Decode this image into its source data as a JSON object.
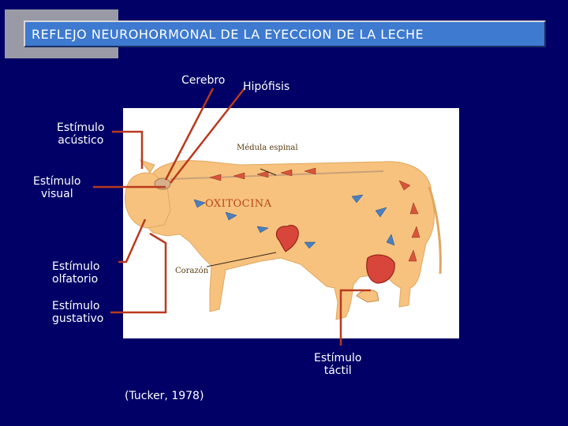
{
  "title": "REFLEJO NEUROHORMONAL DE LA EYECCION DE LA LECHE",
  "labels": {
    "cerebro": "Cerebro",
    "hipofisis": "Hipófisis",
    "estimulo_acustico": "Estímulo\nacústico",
    "estimulo_visual": "Estímulo\nvisual",
    "estimulo_olfatorio": "Estímulo\nolfatorio",
    "estimulo_gustativo": "Estímulo\ngustativo",
    "estimulo_tactil": "Estímulo\ntáctil",
    "medula_espinal": "Médula espinal",
    "oxitocina": "OXITOCINA",
    "corazon": "Corazón",
    "citation": "(Tucker, 1978)"
  },
  "colors": {
    "background": "#000066",
    "title_bar": "#3d7ad0",
    "pointer_line": "#b83a1e",
    "cow_body": "#f7c27e",
    "nerve_arrow": "#d9553a",
    "blood_arrow": "#4a7fc0",
    "heart": "#d8453a"
  },
  "icons": [
    "cow-illustration",
    "heart-icon",
    "udder-icon",
    "brain-icon"
  ]
}
